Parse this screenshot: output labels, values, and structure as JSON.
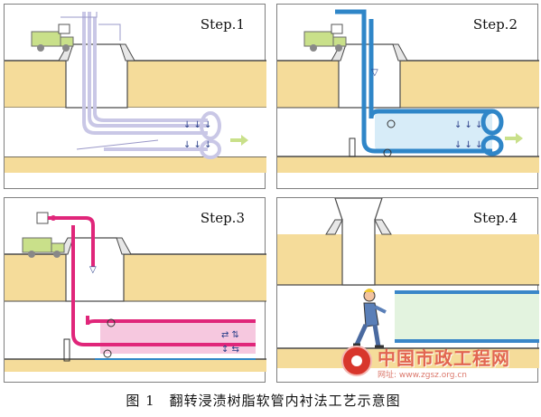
{
  "panels": [
    {
      "step": "Step.1"
    },
    {
      "step": "Step.2"
    },
    {
      "step": "Step.3"
    },
    {
      "step": "Step.4"
    }
  ],
  "caption": {
    "figure": "图 1",
    "text": "翻转浸渍树脂软管内衬法工艺示意图"
  },
  "watermark": {
    "title": "中国市政工程网",
    "url": "网址: www.zgsz.org.cn"
  },
  "colors": {
    "ground": "#f5dc9a",
    "ground_line": "#4a4a4a",
    "liner_step1": "#c9c7e6",
    "liner_step2": "#2f86c8",
    "liner_step3": "#e0267a",
    "liner_step4": "#3a86c8",
    "truck": "#c9e08a",
    "watermark": "#d8362c"
  }
}
